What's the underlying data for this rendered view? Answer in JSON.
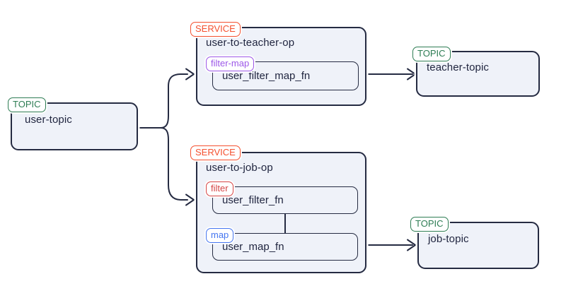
{
  "colors": {
    "topic_badge": "#2e7d54",
    "service_badge": "#f4502f",
    "filter_map_badge": "#9c57e8",
    "filter_badge": "#d64545",
    "map_badge": "#4576f0",
    "edge": "#252b42",
    "node_fill": "#eff2f9",
    "node_border": "#252b42",
    "text": "#212640"
  },
  "nodes": {
    "user_topic": {
      "badge": "TOPIC",
      "label": "user-topic"
    },
    "user_to_teacher_op": {
      "badge": "SERVICE",
      "label": "user-to-teacher-op",
      "operator": {
        "badge": "filter-map",
        "fn": "user_filter_map_fn"
      }
    },
    "teacher_topic": {
      "badge": "TOPIC",
      "label": "teacher-topic"
    },
    "user_to_job_op": {
      "badge": "SERVICE",
      "label": "user-to-job-op",
      "filter_operator": {
        "badge": "filter",
        "fn": "user_filter_fn"
      },
      "map_operator": {
        "badge": "map",
        "fn": "user_map_fn"
      }
    },
    "job_topic": {
      "badge": "TOPIC",
      "label": "job-topic"
    }
  }
}
